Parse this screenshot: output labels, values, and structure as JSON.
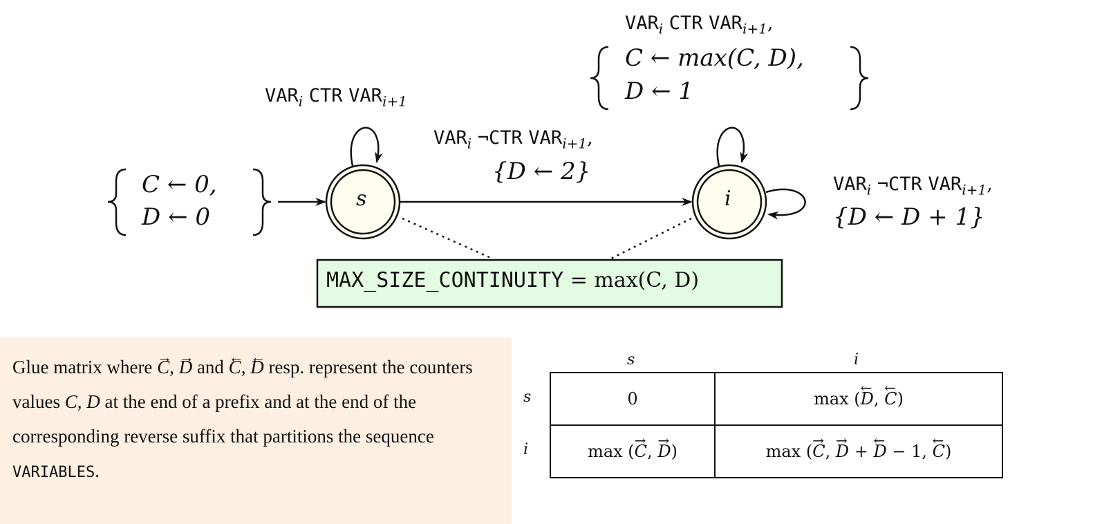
{
  "automaton": {
    "init_block": {
      "line1": "C ← 0,",
      "line2": "D ← 0"
    },
    "state_s": "s",
    "state_i": "i",
    "loop_s_label": {
      "var": "VAR",
      "sub": "i",
      "ctr": "CTR",
      "var2": "VAR",
      "sub2": "i+1"
    },
    "edge_s_i_label": {
      "line1_prefix": "VAR",
      "sub": "i",
      "neg": "¬CTR",
      "var2": "VAR",
      "sub2": "i+1",
      "comma": ",",
      "line2": "{D ← 2}"
    },
    "loop_i_top_label": {
      "line0_prefix": "VAR",
      "sub": "i",
      "ctr": "CTR",
      "var2": "VAR",
      "sub2": "i+1",
      "comma": ",",
      "line1": "C ← max(C, D),",
      "line2": "D ← 1"
    },
    "loop_i_right_label": {
      "line1_prefix": "VAR",
      "sub": "i",
      "neg": "¬CTR",
      "var2": "VAR",
      "sub2": "i+1",
      "comma": ",",
      "line2": "{D ← D + 1}"
    },
    "final_box": {
      "name": "MAX_SIZE_CONTINUITY",
      "eq": "= max(C, D)"
    }
  },
  "glue_text": {
    "t1": "Glue matrix where ",
    "C": "C",
    "D": "D",
    "sep1": ", ",
    "and": " and ",
    "t2": " resp. represent the counters values ",
    "cv": "C, D",
    "t3": " at the end of a prefix and at the end of the corresponding reverse suffix that partitions the sequence ",
    "variables": "VARIABLES",
    "period": "."
  },
  "matrix": {
    "col_heads": [
      "s",
      "i"
    ],
    "row_heads": [
      "s",
      "i"
    ],
    "cells": {
      "ss": "0",
      "max": "max",
      "si_args": {
        "a": "D",
        "b": "C"
      },
      "is_args": {
        "a": "C",
        "b": "D"
      },
      "ii_args": {
        "a": "C",
        "b": "D",
        "c": "D",
        "d": "C",
        "plus": " + ",
        "minus": " − 1, "
      }
    }
  },
  "colors": {
    "state_fill": "#fffdf0",
    "final_fill": "#e3fbe3",
    "glue_bg": "#fdf0e3"
  }
}
